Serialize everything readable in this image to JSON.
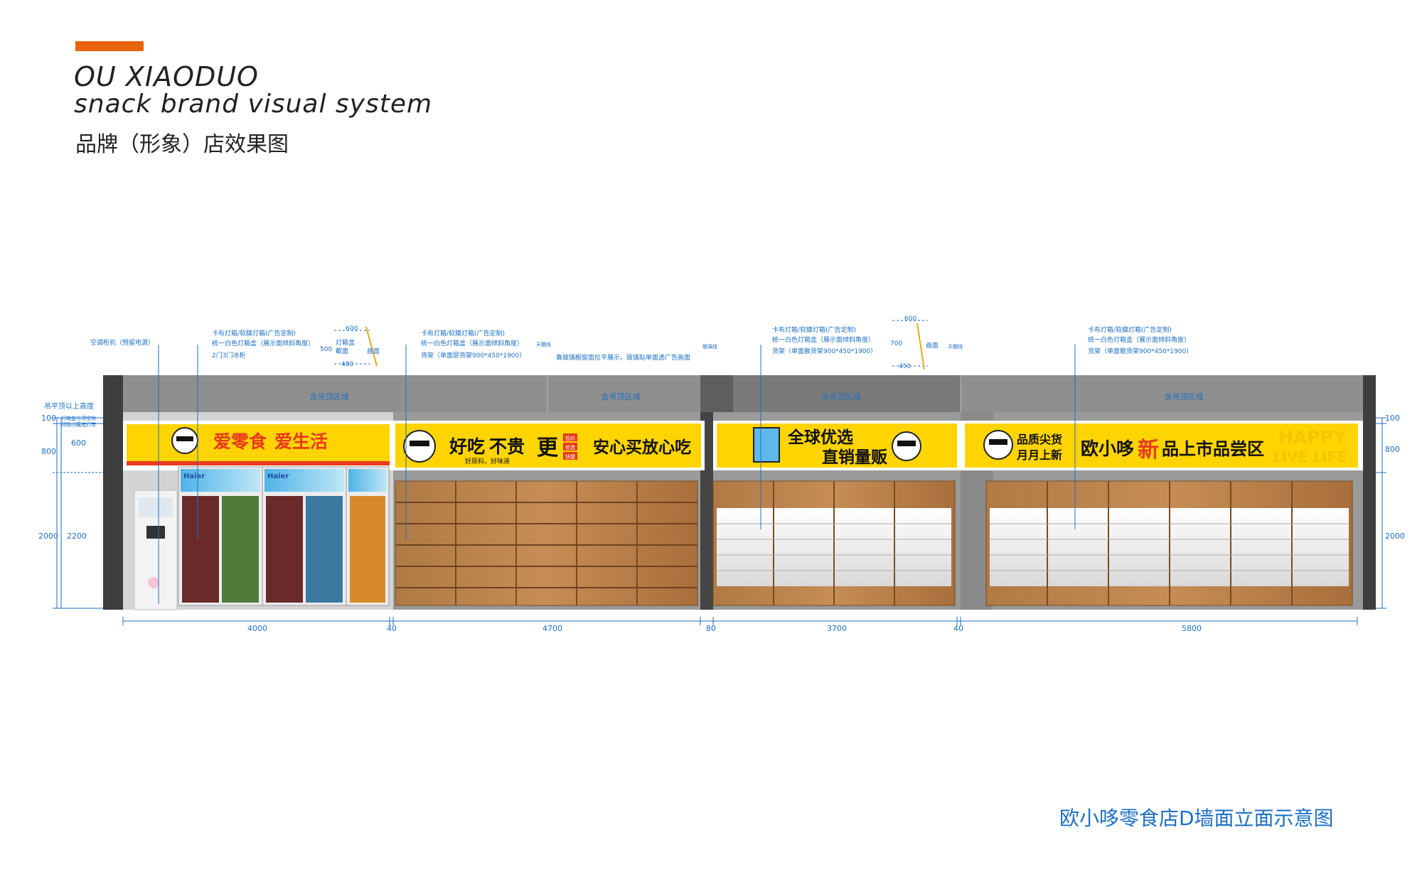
{
  "header": {
    "brand_line1": "OU XIAODUO",
    "brand_line2": "snack brand visual system",
    "subtitle": "品牌（形象）店效果图",
    "accent_color": "#e8650e"
  },
  "caption": "欧小哆零食店D墙面立面示意图",
  "ceiling": {
    "label": "含吊顶区域"
  },
  "annotations": {
    "ac": "空调柜机（预留电源）",
    "lightbox_a": "卡布灯箱/软膜灯箱(广告定制)",
    "lightbox_b": "统一白色灯箱盒（展示面倾斜角度）",
    "fridge": "2门3门冰柜",
    "shelf": "货架（单面层货架900*450*1900）",
    "shelf_b": "货架（单面散货架900*450*1900）",
    "glass": "靠玻璃橱窗面拉平展示，玻璃贴单面透广告画面",
    "hang_left": "吊平顶以上高度",
    "hang_note1": "灯箱盒与顶空隙",
    "hang_note2": "间隙内藏暗灯带",
    "section_label": "灯箱盒",
    "section_label2": "截面",
    "painting": "画面",
    "ceiling_line": "天棚线",
    "glass_line": "玻璃线"
  },
  "section_dims": [
    "600",
    "500",
    "480",
    "600",
    "700",
    "450"
  ],
  "dims": {
    "left_heights": [
      "100",
      "600",
      "800",
      "2000",
      "2200"
    ],
    "right_heights": [
      "100",
      "800",
      "2000"
    ],
    "widths": [
      "4000",
      "40",
      "4700",
      "80",
      "3700",
      "40",
      "5800"
    ]
  },
  "signs": {
    "s1_a": "爱零食",
    "s1_b": "爱生活",
    "s2_a": "好吃",
    "s2_b": "不贵",
    "s2_c": "更",
    "s2_d": "低价",
    "s2_e": "优选",
    "s2_f": "快捷",
    "s2_g": "安心买放心吃",
    "s2_h": "好原料，好味道",
    "s3_a": "全球优选",
    "s3_b": "直销量贩",
    "s4_a": "品质尖货",
    "s4_b": "月月上新",
    "s4_c": "欧小哆",
    "s4_d": "新",
    "s4_e": "品上市品尝区",
    "s4_f": "HAPPY",
    "s4_g": "LIVE LIFE",
    "fridge_brand": "Haier",
    "yellow": "#ffd400",
    "red": "#e83a1d",
    "dim_color": "#1d6fc4"
  }
}
